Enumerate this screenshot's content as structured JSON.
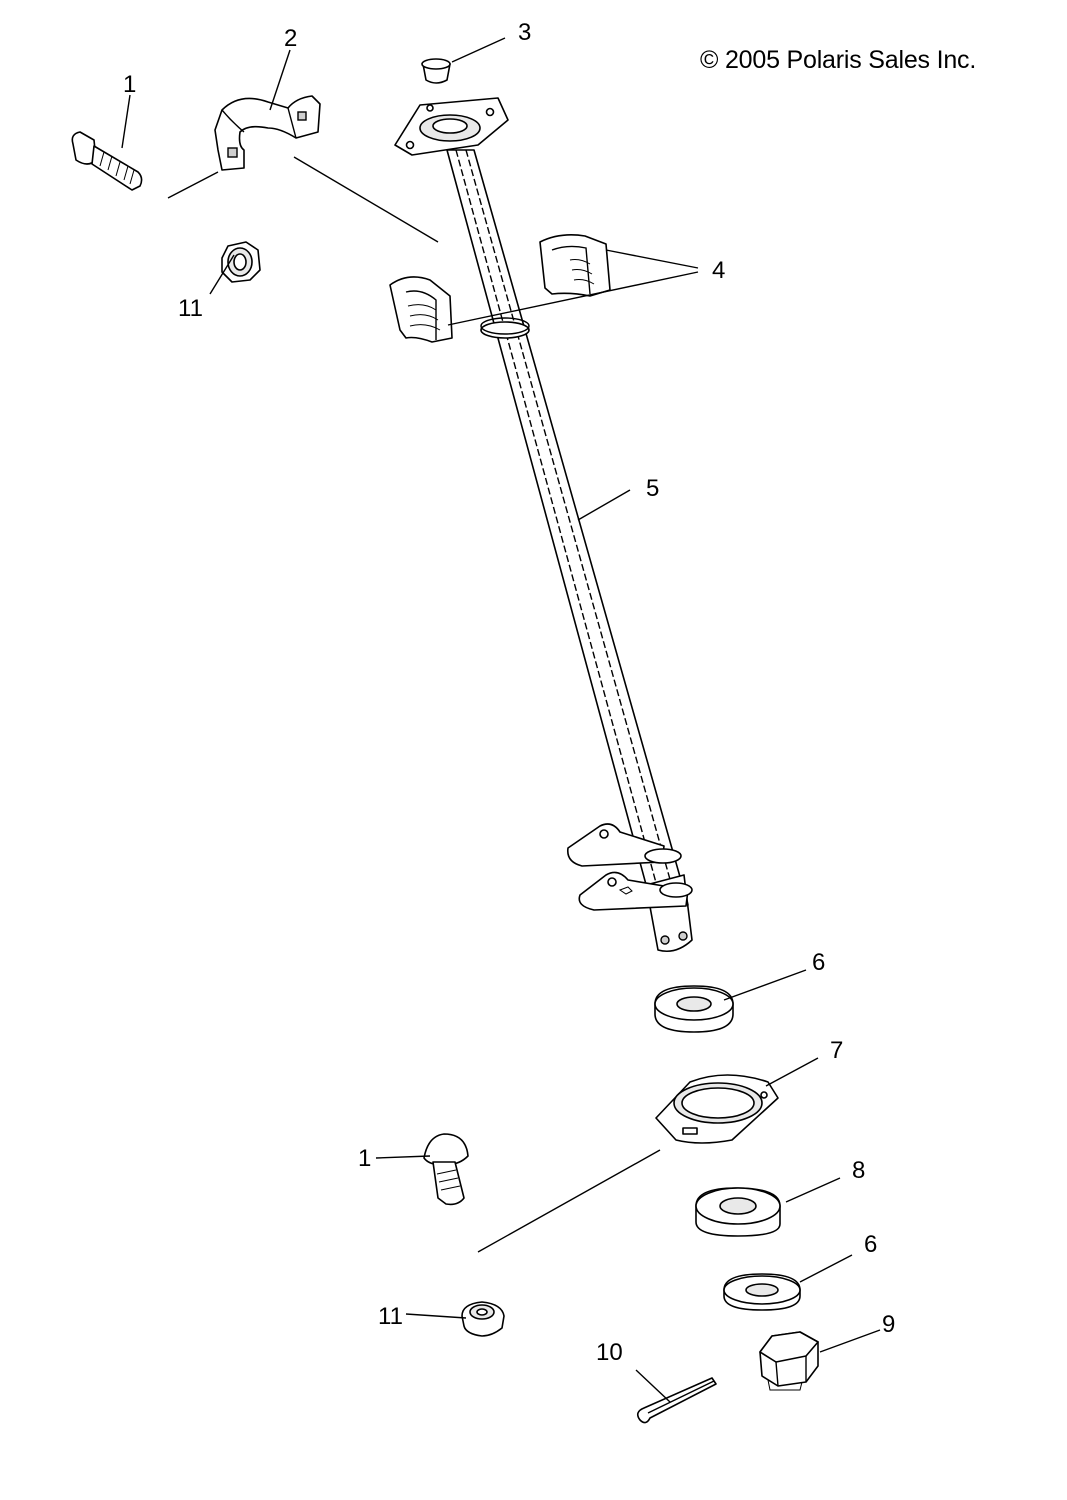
{
  "copyright": "© 2005 Polaris Sales Inc.",
  "callouts": {
    "c1_top": "1",
    "c2": "2",
    "c3": "3",
    "c4": "4",
    "c5": "5",
    "c6_top": "6",
    "c7": "7",
    "c1_bottom": "1",
    "c8": "8",
    "c6_bottom": "6",
    "c9": "9",
    "c10": "10",
    "c11_top": "11",
    "c11_bottom": "11"
  }
}
